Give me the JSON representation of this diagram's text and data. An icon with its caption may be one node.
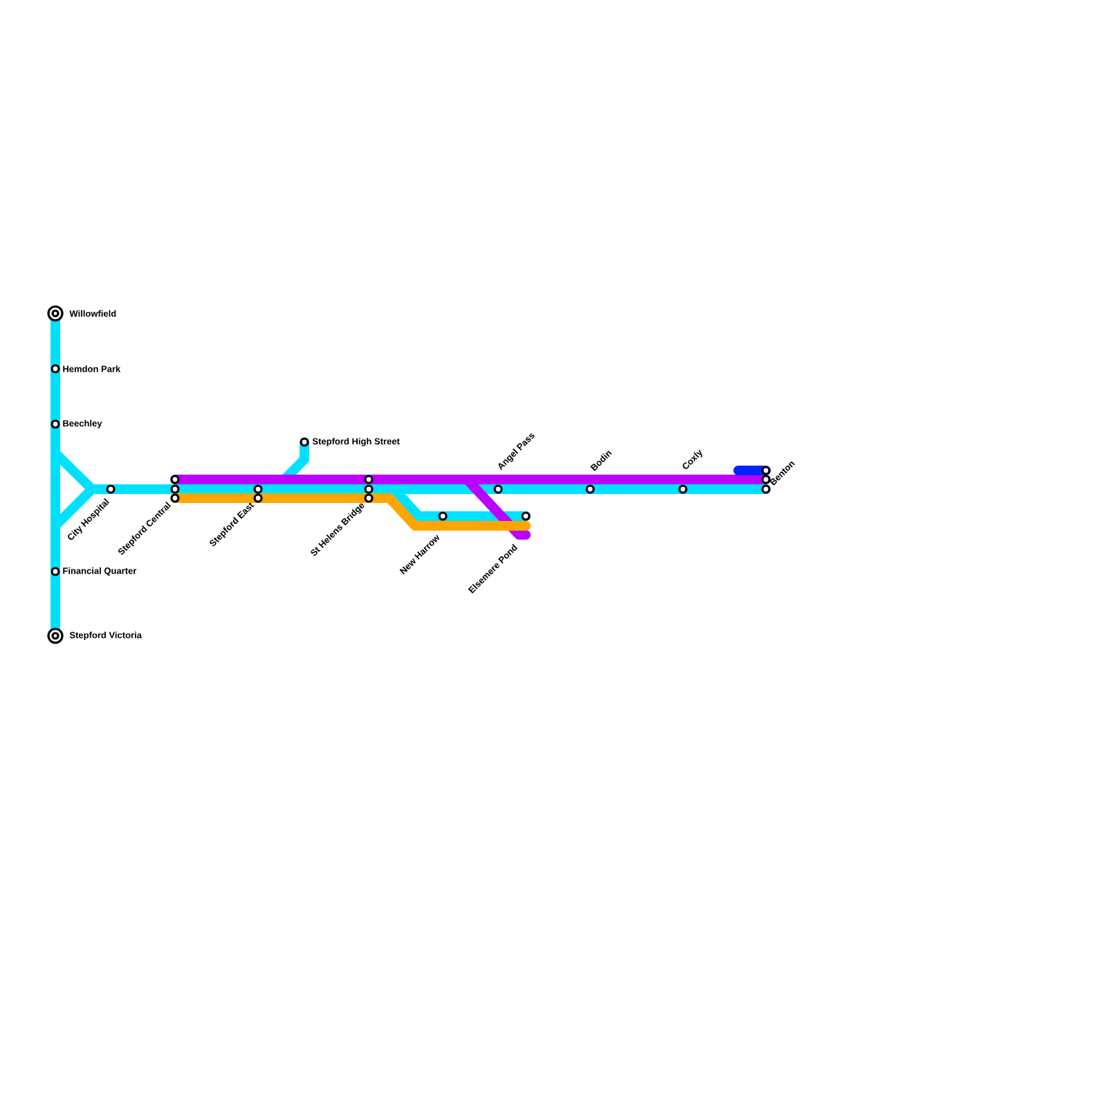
{
  "diagram": {
    "nodes": [
      {
        "text": [
          "Willowfield"
        ]
      },
      {
        "text": [
          "Hemdon Park"
        ]
      },
      {
        "text": [
          "Beechley"
        ]
      },
      {
        "text": [
          "Stepford High Street"
        ]
      },
      {
        "text": [
          "City Hospital"
        ]
      },
      {
        "text": [
          "Stepford Central"
        ]
      },
      {
        "text": [
          "Stepford East"
        ]
      },
      {
        "text": [
          "St Helens Bridge"
        ]
      },
      {
        "text": [
          "Angel Pass"
        ]
      },
      {
        "text": [
          "Bodin"
        ]
      },
      {
        "text": [
          "Coxly"
        ]
      },
      {
        "text": [
          "Benton"
        ]
      },
      {
        "text": [
          "New Harrow"
        ]
      },
      {
        "text": [
          "Elsemere Pond"
        ]
      },
      {
        "text": [
          "Financial Quarter"
        ]
      },
      {
        "text": [
          "Stepford Victoria"
        ]
      }
    ],
    "edges": [
      {
        "from": 0,
        "to": 1,
        "arrow": "none",
        "color": "#00e1ff"
      },
      {
        "from": 1,
        "to": 2,
        "arrow": "none",
        "color": "#00e1ff"
      },
      {
        "from": 2,
        "to": 14,
        "arrow": "none",
        "color": "#00e1ff"
      },
      {
        "from": 14,
        "to": 15,
        "arrow": "none",
        "color": "#00e1ff"
      },
      {
        "from": 2,
        "to": 4,
        "arrow": "none",
        "color": "#00e1ff"
      },
      {
        "from": 14,
        "to": 4,
        "arrow": "none",
        "color": "#00e1ff"
      },
      {
        "from": 4,
        "to": 5,
        "arrow": "none",
        "color": "#00e1ff"
      },
      {
        "from": 5,
        "to": 6,
        "arrow": "none",
        "color": "#00e1ff"
      },
      {
        "from": 6,
        "to": 7,
        "arrow": "none",
        "color": "#00e1ff"
      },
      {
        "from": 6,
        "to": 3,
        "arrow": "none",
        "color": "#00e1ff"
      },
      {
        "from": 7,
        "to": 8,
        "arrow": "none",
        "color": "#00e1ff"
      },
      {
        "from": 7,
        "to": 12,
        "arrow": "none",
        "color": "#00e1ff"
      },
      {
        "from": 12,
        "to": 13,
        "arrow": "none",
        "color": "#00e1ff"
      },
      {
        "from": 8,
        "to": 9,
        "arrow": "none",
        "color": "#00e1ff"
      },
      {
        "from": 9,
        "to": 10,
        "arrow": "none",
        "color": "#00e1ff"
      },
      {
        "from": 10,
        "to": 11,
        "arrow": "none",
        "color": "#00e1ff"
      },
      {
        "from": 5,
        "to": 7,
        "arrow": "none",
        "color": "#bb00ff"
      },
      {
        "from": 7,
        "to": 11,
        "arrow": "none",
        "color": "#bb00ff"
      },
      {
        "from": 7,
        "to": 13,
        "arrow": "none",
        "color": "#bb00ff"
      },
      {
        "from": 5,
        "to": 6,
        "arrow": "none",
        "color": "#ffa500"
      },
      {
        "from": 6,
        "to": 7,
        "arrow": "none",
        "color": "#ffa500"
      },
      {
        "from": 7,
        "to": 12,
        "arrow": "none",
        "color": "#ffa500"
      },
      {
        "from": 12,
        "to": 13,
        "arrow": "none",
        "color": "#ffa500"
      },
      {
        "from": null,
        "to": 11,
        "arrow": "none",
        "color": "#0022ff"
      }
    ]
  }
}
